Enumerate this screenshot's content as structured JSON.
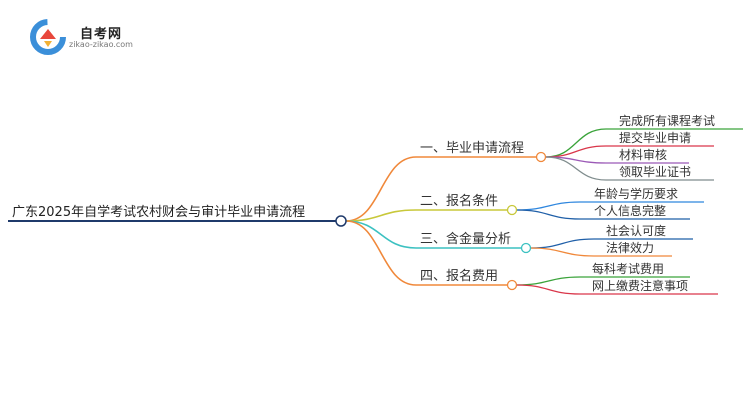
{
  "logo": {
    "brand": "自考网",
    "site": "zikao-zikao.com",
    "colors": [
      "#3b8fd9",
      "#e8473c",
      "#f2b134"
    ]
  },
  "mindmap": {
    "root": "广东2025年自学考试农村财会与审计毕业申请流程",
    "branches": [
      {
        "label": "一、毕业申请流程",
        "color": "#f0883a",
        "leaves": [
          {
            "label": "完成所有课程考试",
            "color": "#3aa33a"
          },
          {
            "label": "提交毕业申请",
            "color": "#d9364a"
          },
          {
            "label": "材料审核",
            "color": "#9b59b6"
          },
          {
            "label": "领取毕业证书",
            "color": "#7f8c8d"
          }
        ]
      },
      {
        "label": "二、报名条件",
        "color": "#c8c83a",
        "leaves": [
          {
            "label": "年龄与学历要求",
            "color": "#2e86de"
          },
          {
            "label": "个人信息完整",
            "color": "#1f5fa8"
          }
        ]
      },
      {
        "label": "三、含金量分析",
        "color": "#3cc1c1",
        "leaves": [
          {
            "label": "社会认可度",
            "color": "#1f5fa8"
          },
          {
            "label": "法律效力",
            "color": "#f0883a"
          }
        ]
      },
      {
        "label": "四、报名费用",
        "color": "#f0883a",
        "leaves": [
          {
            "label": "每科考试费用",
            "color": "#3aa33a"
          },
          {
            "label": "网上缴费注意事项",
            "color": "#d9364a"
          }
        ]
      }
    ]
  }
}
